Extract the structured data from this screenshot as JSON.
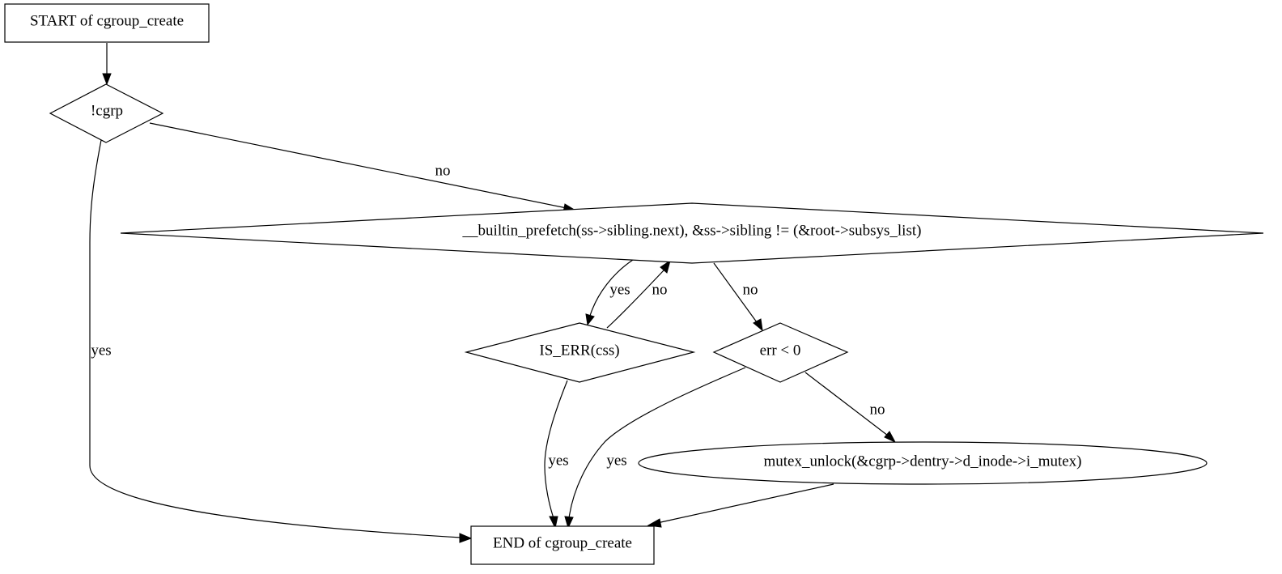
{
  "nodes": {
    "start": {
      "label": "START of cgroup_create",
      "shape": "box"
    },
    "check_cgrp": {
      "label": "!cgrp",
      "shape": "diamond"
    },
    "prefetch_loop": {
      "label": "__builtin_prefetch(ss->sibling.next), &ss->sibling != (&root->subsys_list)",
      "shape": "diamond"
    },
    "is_err_css": {
      "label": "IS_ERR(css)",
      "shape": "diamond"
    },
    "err_check": {
      "label": "err < 0",
      "shape": "diamond"
    },
    "mutex_unlock": {
      "label": "mutex_unlock(&cgrp->dentry->d_inode->i_mutex)",
      "shape": "ellipse",
      "fill": "#ffff00"
    },
    "end": {
      "label": "END of cgroup_create",
      "shape": "box"
    }
  },
  "edges": [
    {
      "from": "start",
      "to": "check_cgrp",
      "label": ""
    },
    {
      "from": "check_cgrp",
      "to": "end",
      "label": "yes"
    },
    {
      "from": "check_cgrp",
      "to": "prefetch_loop",
      "label": "no"
    },
    {
      "from": "prefetch_loop",
      "to": "is_err_css",
      "label": "yes"
    },
    {
      "from": "is_err_css",
      "to": "prefetch_loop",
      "label": "no"
    },
    {
      "from": "prefetch_loop",
      "to": "err_check",
      "label": "no"
    },
    {
      "from": "is_err_css",
      "to": "end",
      "label": "yes"
    },
    {
      "from": "err_check",
      "to": "end",
      "label": "yes"
    },
    {
      "from": "err_check",
      "to": "mutex_unlock",
      "label": "no"
    },
    {
      "from": "mutex_unlock",
      "to": "end",
      "label": ""
    }
  ]
}
